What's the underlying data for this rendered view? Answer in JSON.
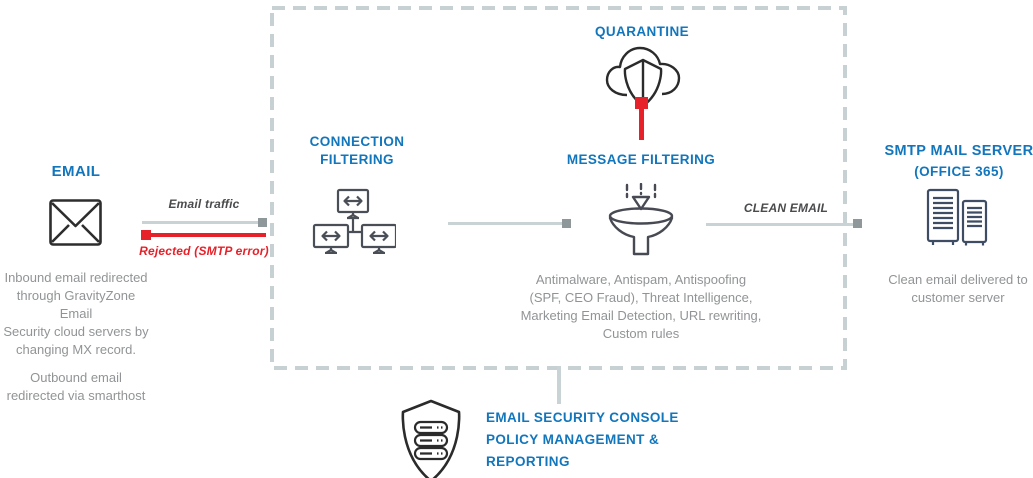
{
  "diagram": {
    "colors": {
      "accent_blue": "#1276bd",
      "alert_red": "#e62129",
      "note_gray": "#919496",
      "flow_line_gray": "#c9d2d5",
      "icon_dark": "#2d2d2d",
      "icon_slate": "#474c55",
      "server_slate": "#3e4d63"
    },
    "email": {
      "title": "EMAIL",
      "icon": "envelope-icon",
      "note1_lines": [
        "Inbound email redirected",
        "through GravityZone Email",
        "Security cloud servers by",
        "changing MX record."
      ],
      "note2_lines": [
        "Outbound email",
        "redirected via smarthost"
      ]
    },
    "flow_labels": {
      "email_traffic": "Email traffic",
      "rejected": "Rejected (SMTP error)",
      "clean_email": "CLEAN EMAIL"
    },
    "filter_box": {
      "connection_filtering_lines": [
        "CONNECTION",
        "FILTERING"
      ],
      "connection_icon": "network-monitors-icon",
      "quarantine": "QUARANTINE",
      "quarantine_icon": "cloud-shield-icon",
      "message_filtering": "MESSAGE FILTERING",
      "message_icon": "funnel-icon",
      "details_lines": [
        "Antimalware, Antispam, Antispoofing",
        "(SPF, CEO Fraud), Threat Intelligence,",
        "Marketing Email Detection, URL rewriting,",
        "Custom rules"
      ]
    },
    "smtp": {
      "title": "SMTP MAIL SERVER",
      "subtitle": "(OFFICE 365)",
      "icon": "server-towers-icon",
      "note_lines": [
        "Clean email delivered to",
        "customer server"
      ]
    },
    "console": {
      "icon": "shield-servers-icon",
      "lines": [
        "EMAIL SECURITY CONSOLE",
        "POLICY MANAGEMENT &",
        "REPORTING"
      ]
    }
  }
}
